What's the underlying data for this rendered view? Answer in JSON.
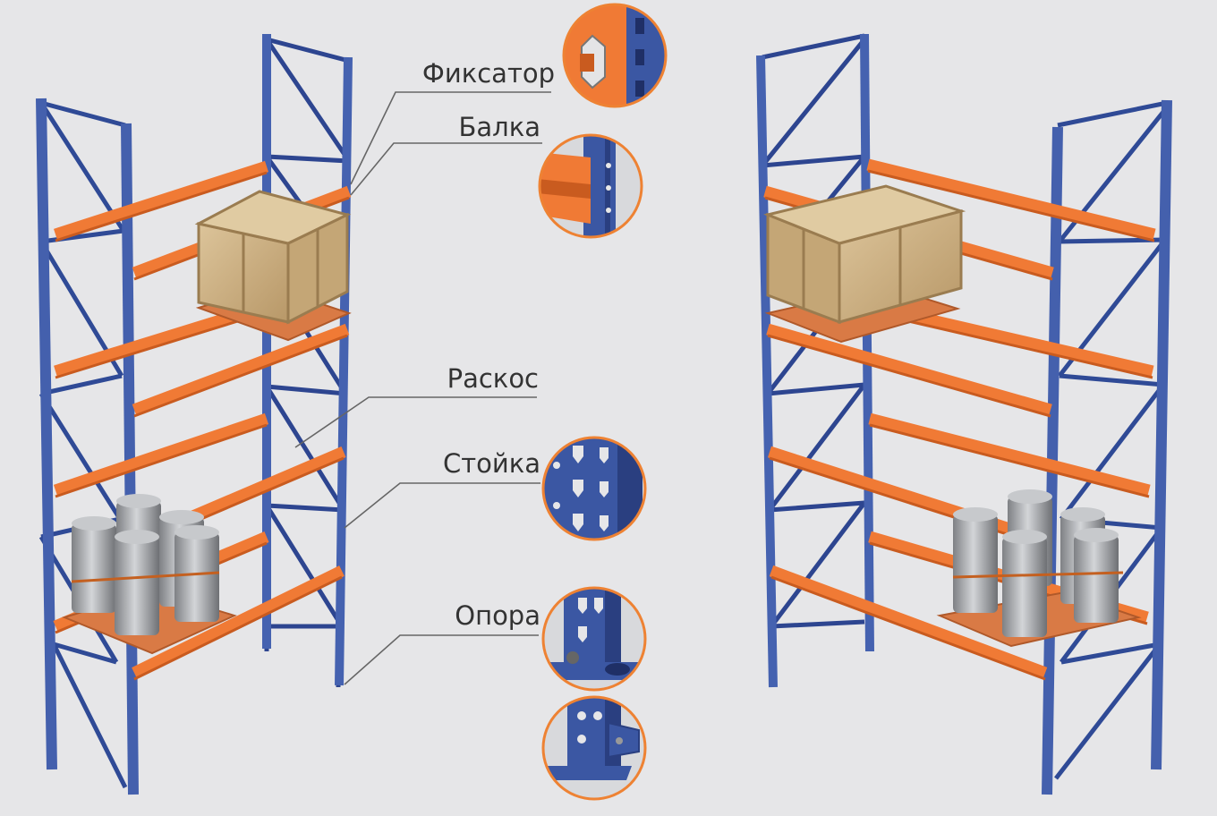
{
  "colors": {
    "background": "#e6e6e8",
    "upright": "#3b57a3",
    "upright_dark": "#2a3f80",
    "beam": "#f07a35",
    "beam_dark": "#c95b1f",
    "callout_ring": "#ee8233",
    "leader_line": "#666666",
    "label_text": "#333333",
    "crate": "#cdb48a",
    "drum": "#a7a9ad"
  },
  "labels": {
    "fixator": "Фиксатор",
    "beam": "Балка",
    "brace": "Раскос",
    "upright": "Стойка",
    "support": "Опора"
  },
  "icons": {
    "fixator_detail": "beam-lock-detail-icon",
    "beam_detail": "beam-connector-detail-icon",
    "upright_detail": "perforated-upright-detail-icon",
    "support_detail": "base-plate-front-detail-icon",
    "support_detail_alt": "base-plate-side-detail-icon"
  }
}
